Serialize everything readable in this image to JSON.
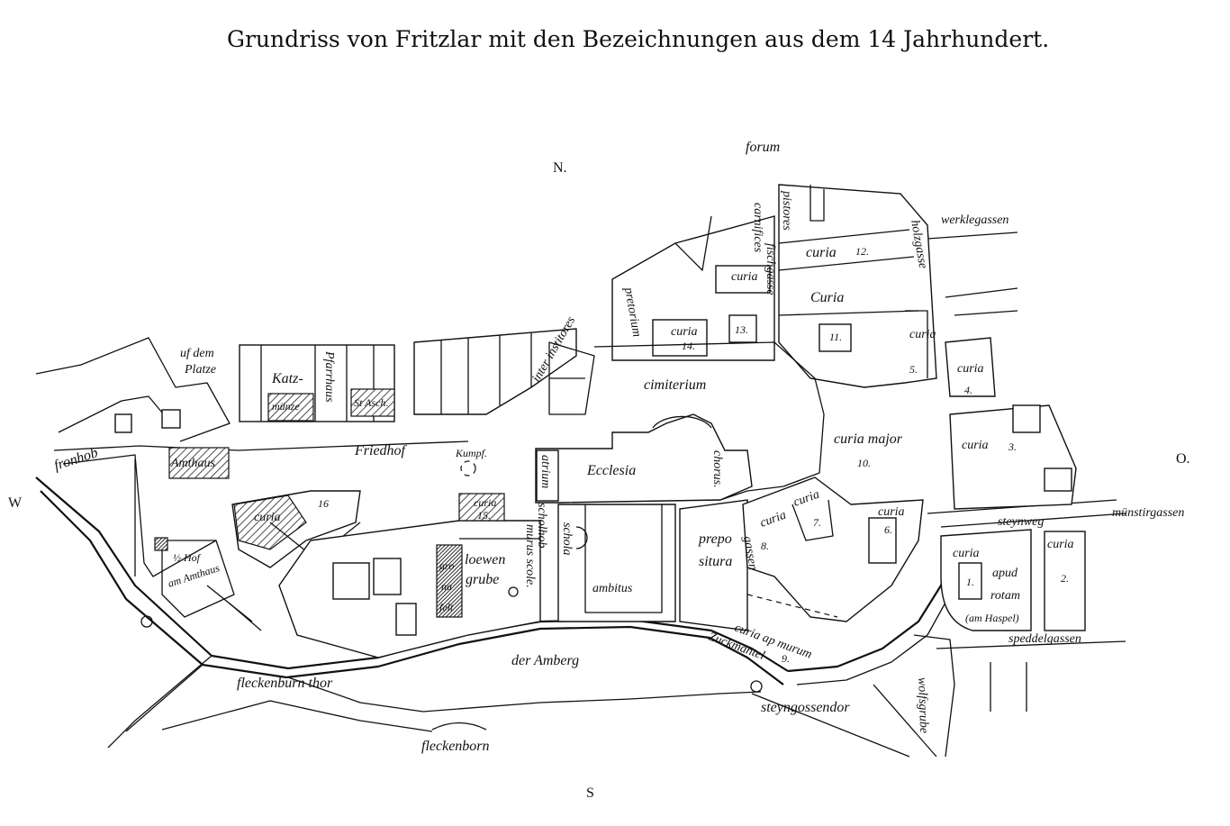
{
  "title": "Grundriss von Fritzlar mit den Bezeichnungen aus dem 14 Jahrhundert.",
  "compass": {
    "north": "N.",
    "south": "S",
    "east": "O.",
    "west": "W"
  },
  "labels": {
    "forum": "forum",
    "werklegassen": "werklegassen",
    "holzgasse": "holzgasse",
    "pistores": "pistores",
    "carnifices": "carnifices",
    "fischgasse": "fischgasse",
    "curia12": "curia",
    "num12": "12.",
    "curia_a": "curia",
    "curia_b": "Curia",
    "pretorium": "pretorium",
    "curia14": "curia",
    "num14": "14.",
    "num13": "13.",
    "num11": "11.",
    "curia_r": "curia",
    "num5": "5.",
    "curia4": "curia",
    "num4": "4.",
    "uf_dem": "uf dem",
    "platze": "Platze",
    "inter_institores": "inter institores",
    "cimiterium": "cimiterium",
    "katz": "Katz-",
    "munze": "münze",
    "pfarrhaus": "Pfarrhaus",
    "st_ashes": "St Asch.",
    "fronhob": "fronhob",
    "amthaus": "Amthaus",
    "friedhof": "Friedhof",
    "kumpf": "Kumpf.",
    "curia_major": "curia major",
    "num10": "10.",
    "curia3": "curia",
    "num3": "3.",
    "atrium": "atrium",
    "ecclesia": "Ecclesia",
    "chorus": "chorus.",
    "curia_16": "curia",
    "num16": "16",
    "curia15": "curia",
    "num15": "15.",
    "schola": "schola",
    "scholhob": "scholhob",
    "murus_scole": "murus scole.",
    "curia7": "curia",
    "num7": "7.",
    "curia8": "curia",
    "num8": "8.",
    "curia6": "curia",
    "num6": "6.",
    "steynweg": "steynweg",
    "munstirgassen": "münstirgassen",
    "curia1": "curia",
    "apud": "apud",
    "rotam": "rotam",
    "num1": "1.",
    "am_haspel": "(am Haspel)",
    "curia2": "curia",
    "num2": "2.",
    "hof": "½ Hof",
    "am_amthaus": "am Amthaus",
    "loewen": "loewen",
    "grube": "grube",
    "gro": "gro",
    "na": "na",
    "felt": "felt",
    "prepo": "prepo",
    "situra": "situra",
    "gassen": "gassen",
    "ambitus": "ambitus",
    "curia_ap_murum": "curia ap murum",
    "num9": "9.",
    "zuckmantel": "Zuckmantel",
    "der_amberg": "der Amberg",
    "fleckenburn_thor": "fleckenburn thor",
    "steyngossendor": "steyngossendor",
    "speddelgassen": "speddelgassen",
    "wolfsgrube": "wolfsgrube",
    "fleckenborn": "fleckenborn"
  }
}
